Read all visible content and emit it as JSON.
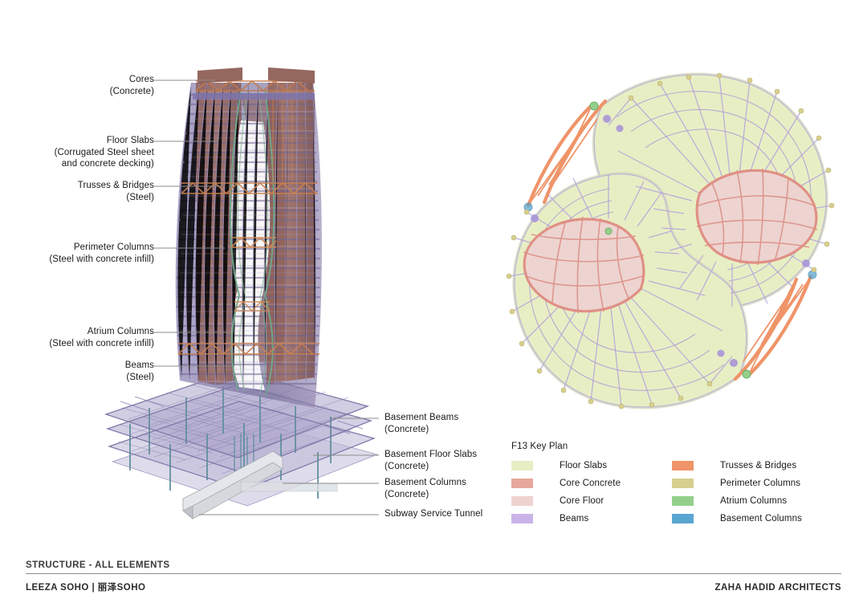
{
  "sheet": {
    "background": "#ffffff"
  },
  "annotations": {
    "cores": {
      "label": "Cores\n(Concrete)"
    },
    "floor_slabs": {
      "label": "Floor Slabs\n(Corrugated Steel sheet\nand concrete decking)"
    },
    "trusses_bridges": {
      "label": "Trusses & Bridges\n(Steel)"
    },
    "perimeter_columns": {
      "label": "Perimeter Columns\n(Steel with concrete infill)"
    },
    "atrium_columns": {
      "label": "Atrium Columns\n(Steel with concrete infill)"
    },
    "beams": {
      "label": "Beams\n(Steel)"
    },
    "basement_beams": {
      "label": "Basement Beams\n(Concrete)"
    },
    "basement_floor_slabs": {
      "label": "Basement Floor Slabs\n(Concrete)"
    },
    "basement_columns": {
      "label": "Basement Columns\n(Concrete)"
    },
    "subway_service_tunnel": {
      "label": "Subway Service Tunnel"
    }
  },
  "legend": {
    "title": "F13 Key Plan",
    "left_column": [
      {
        "label": "Floor Slabs",
        "color": "#e8eec4"
      },
      {
        "label": "Core Concrete",
        "color": "#e8a79c"
      },
      {
        "label": "Core Floor",
        "color": "#eed3d1"
      },
      {
        "label": "Beams",
        "color": "#c9b3e8"
      }
    ],
    "right_column": [
      {
        "label": "Trusses & Bridges",
        "color": "#ef9468"
      },
      {
        "label": "Perimeter Columns",
        "color": "#d7cf8e"
      },
      {
        "label": "Atrium Columns",
        "color": "#94d08c"
      },
      {
        "label": "Basement Columns",
        "color": "#59a6d1"
      }
    ]
  },
  "footer": {
    "title": "STRUCTURE - ALL ELEMENTS",
    "project": "LEEZA SOHO | 丽泽SOHO",
    "office": "ZAHA HADID ARCHITECTS"
  },
  "palette": {
    "floor_slab_purple": "#8a80b4",
    "core_brown": "#8f6057",
    "truss_orange": "#c97a4f",
    "atrium_green": "#6fa98a",
    "basement_lavender": "#b3aed0",
    "basement_teal": "#6f9aa8",
    "tunnel_grey": "#c9ccd1",
    "leader_grey": "#8c8c8c",
    "plan_floor": "#e8eec4",
    "plan_core": "#e8a79c",
    "plan_core_floor": "#eed3d1",
    "plan_beam": "#b7a9da",
    "plan_truss": "#ef9468",
    "plan_perim_dot": "#d7cf8e",
    "plan_atrium_dot": "#94d08c",
    "plan_basement_dot": "#59a6d1"
  }
}
